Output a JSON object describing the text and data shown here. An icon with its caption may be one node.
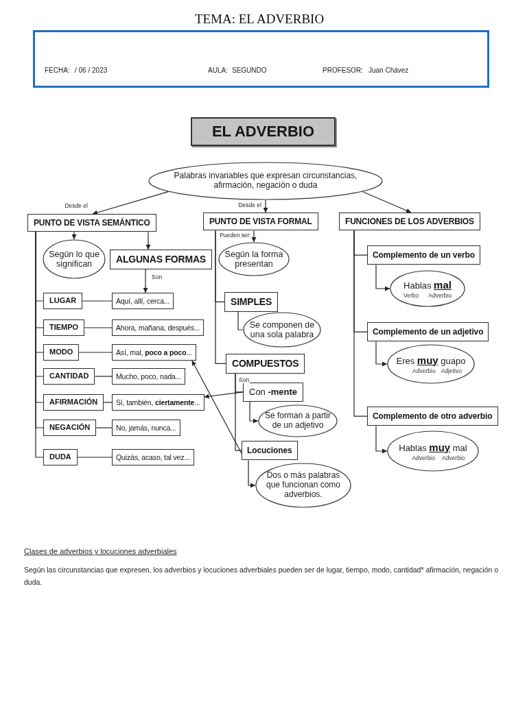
{
  "diagram": {
    "title": "TEMA: EL ADVERBIO",
    "nodes": [
      {
        "text": [
          "FECHA:",
          "/ 06 / 2023",
          "AULA:",
          "SEGUNDO",
          "PROFESOR:",
          "Juan Chávez"
        ]
      },
      {
        "text": [
          "EL ADVERBIO"
        ]
      },
      {
        "text": [
          "Palabras invariables que expresan circunstancias, afirmación, negación o duda"
        ]
      },
      {
        "text": [
          "PUNTO DE VISTA SEMÁNTICO"
        ]
      },
      {
        "text": [
          "PUNTO DE VISTA FORMAL"
        ]
      },
      {
        "text": [
          "FUNCIONES DE LOS ADVERBIOS"
        ]
      },
      {
        "text": [
          "Según lo que significan"
        ]
      },
      {
        "text": [
          "ALGUNAS FORMAS"
        ]
      },
      {
        "text": [
          "LUGAR"
        ]
      },
      {
        "text": [
          "Aquí, allí, cerca..."
        ]
      },
      {
        "text": [
          "TIEMPO"
        ]
      },
      {
        "text": [
          "Ahora, mañana, después..."
        ]
      },
      {
        "text": [
          "MODO"
        ]
      },
      {
        "text": [
          "Así, mal, **poco a poco**..."
        ]
      },
      {
        "text": [
          "CANTIDAD"
        ]
      },
      {
        "text": [
          "Mucho, poco, nada..."
        ]
      },
      {
        "text": [
          "AFIRMACIÓN"
        ]
      },
      {
        "text": [
          "Sí, también, **ciertamente**..."
        ]
      },
      {
        "text": [
          "NEGACIÓN"
        ]
      },
      {
        "text": [
          "No, jamás, nunca..."
        ]
      },
      {
        "text": [
          "DUDA"
        ]
      },
      {
        "text": [
          "Quizás, acaso, tal vez..."
        ]
      },
      {
        "text": [
          "Según la forma presentan"
        ]
      },
      {
        "text": [
          "SIMPLES"
        ]
      },
      {
        "text": [
          "Se componen de una sola palabra"
        ]
      },
      {
        "text": [
          "COMPUESTOS"
        ]
      },
      {
        "text": [
          "Con **-mente**"
        ]
      },
      {
        "text": [
          "Se forman a partir de un adjetivo"
        ]
      },
      {
        "text": [
          "Locuciones"
        ]
      },
      {
        "text": [
          "Dos o más palabras que funcionan como adverbios."
        ]
      },
      {
        "text": [
          "Complemento de un verbo"
        ]
      },
      {
        "text": [
          "Hablas **mal**",
          "Verbo",
          "Adverbio"
        ]
      },
      {
        "text": [
          "Complemento de un adjetivo"
        ]
      },
      {
        "text": [
          "Eres **muy** guapo",
          "Adverbio",
          "Adjetivo"
        ]
      },
      {
        "text": [
          "Complemento de otro adverbio"
        ]
      },
      {
        "text": [
          "Hablas **muy** mal",
          "Adverbio",
          "Adverbio"
        ]
      }
    ],
    "edges": [
      {
        "from": 2,
        "to": 3,
        "arrow": "to",
        "label": "Desde el"
      },
      {
        "from": 2,
        "to": 4,
        "arrow": "to",
        "label": "Desde el"
      },
      {
        "from": 2,
        "to": 5,
        "arrow": "to"
      },
      {
        "from": 3,
        "to": 6,
        "arrow": "to"
      },
      {
        "from": 3,
        "to": 7,
        "arrow": "to"
      },
      {
        "from": 7,
        "to": 9,
        "arrow": "to",
        "label": "Son"
      },
      {
        "from": 3,
        "to": 8,
        "arrow": "none"
      },
      {
        "from": 3,
        "to": 10,
        "arrow": "none"
      },
      {
        "from": 3,
        "to": 12,
        "arrow": "none"
      },
      {
        "from": 3,
        "to": 14,
        "arrow": "none"
      },
      {
        "from": 3,
        "to": 16,
        "arrow": "none"
      },
      {
        "from": 3,
        "to": 18,
        "arrow": "none"
      },
      {
        "from": 3,
        "to": 20,
        "arrow": "none"
      },
      {
        "from": 8,
        "to": 9,
        "arrow": "none"
      },
      {
        "from": 10,
        "to": 11,
        "arrow": "none"
      },
      {
        "from": 12,
        "to": 13,
        "arrow": "none"
      },
      {
        "from": 14,
        "to": 15,
        "arrow": "none"
      },
      {
        "from": 16,
        "to": 17,
        "arrow": "none"
      },
      {
        "from": 18,
        "to": 19,
        "arrow": "none"
      },
      {
        "from": 20,
        "to": 21,
        "arrow": "none"
      },
      {
        "from": 4,
        "to": 22,
        "arrow": "to",
        "label": "Pueden ser:"
      },
      {
        "from": 4,
        "to": 23,
        "arrow": "none"
      },
      {
        "from": 4,
        "to": 25,
        "arrow": "none"
      },
      {
        "from": 23,
        "to": 24,
        "arrow": "none"
      },
      {
        "from": 25,
        "to": 26,
        "arrow": "none",
        "label": "Son"
      },
      {
        "from": 25,
        "to": 28,
        "arrow": "none"
      },
      {
        "from": 26,
        "to": 27,
        "arrow": "to"
      },
      {
        "from": 26,
        "to": 17,
        "arrow": "to"
      },
      {
        "from": 28,
        "to": 29,
        "arrow": "to"
      },
      {
        "from": 28,
        "to": 13,
        "arrow": "to"
      },
      {
        "from": 5,
        "to": 30,
        "arrow": "none"
      },
      {
        "from": 5,
        "to": 32,
        "arrow": "none"
      },
      {
        "from": 5,
        "to": 34,
        "arrow": "none"
      },
      {
        "from": 30,
        "to": 31,
        "arrow": "to"
      },
      {
        "from": 32,
        "to": 33,
        "arrow": "to"
      },
      {
        "from": 34,
        "to": 35,
        "arrow": "to"
      }
    ],
    "labels": [
      "Clases de adverbios y locuciones adverbiales",
      "Según las circunstancias que expresen, los adverbios y locuciones adverbiales pueden ser de lugar, tiempo, modo, cantidad* afirmación, negación o duda."
    ]
  }
}
